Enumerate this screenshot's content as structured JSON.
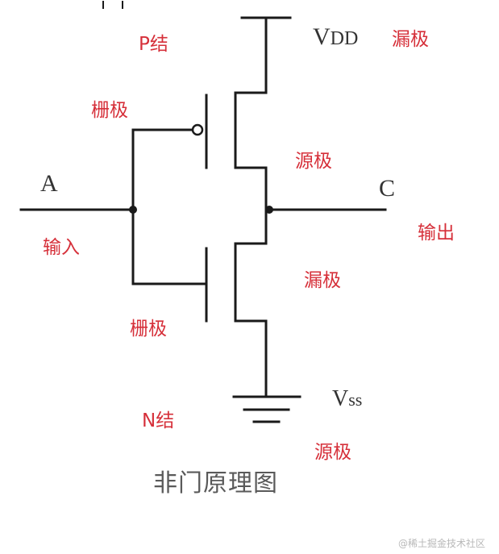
{
  "terminals": {
    "vdd_main": "V",
    "vdd_sub": "DD",
    "vss_main": "V",
    "vss_sub": "SS",
    "input": "A",
    "output": "C"
  },
  "annotations": {
    "p_junction": "P结",
    "n_junction": "N结",
    "drain_top": "漏极",
    "gate_top": "栅极",
    "source_top": "源极",
    "input": "输入",
    "output": "输出",
    "drain_bottom": "漏极",
    "gate_bottom": "栅极",
    "source_bottom": "源极"
  },
  "caption": "非门原理图",
  "watermark": "@稀土掘金技术社区",
  "colors": {
    "wire": "#1a1a1a",
    "annotation": "#d6303a",
    "caption": "#5a5a5a",
    "watermark": "#b8b8b8"
  }
}
